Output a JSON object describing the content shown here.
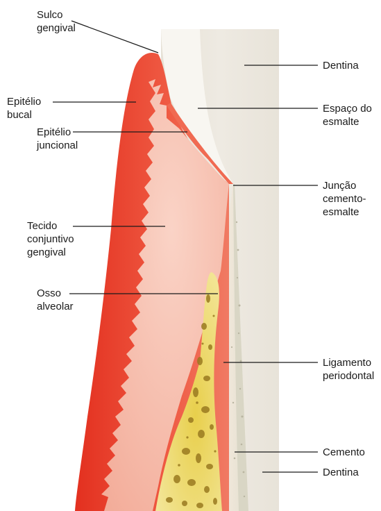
{
  "labels": {
    "sulco_gengival": [
      "Sulco",
      "gengival"
    ],
    "epitelio_bucal": [
      "Epitélio",
      "bucal"
    ],
    "epitelio_juncional": [
      "Epitélio",
      "juncional"
    ],
    "tecido_conjuntivo": [
      "Tecido",
      "conjuntivo",
      "gengival"
    ],
    "osso_alveolar": [
      "Osso",
      "alveolar"
    ],
    "dentina_top": [
      "Dentina"
    ],
    "espaco_esmalte": [
      "Espaço do",
      "esmalte"
    ],
    "juncao_cemento_esmalte": [
      "Junção",
      "cemento-",
      "esmalte"
    ],
    "ligamento_periodontal": [
      "Ligamento",
      "periodontal"
    ],
    "cemento": [
      "Cemento"
    ],
    "dentina_bottom": [
      "Dentina"
    ]
  },
  "colors": {
    "dentin": "#ede8df",
    "enamel_space": "#f7f5f0",
    "cementum": "#d8d6c6",
    "epithelium": "#e8402d",
    "connective_tissue": "#f7c2b4",
    "bone": "#ecd964",
    "bone_pores": "#9a7a20",
    "leader_line": "#1a1a1a"
  }
}
